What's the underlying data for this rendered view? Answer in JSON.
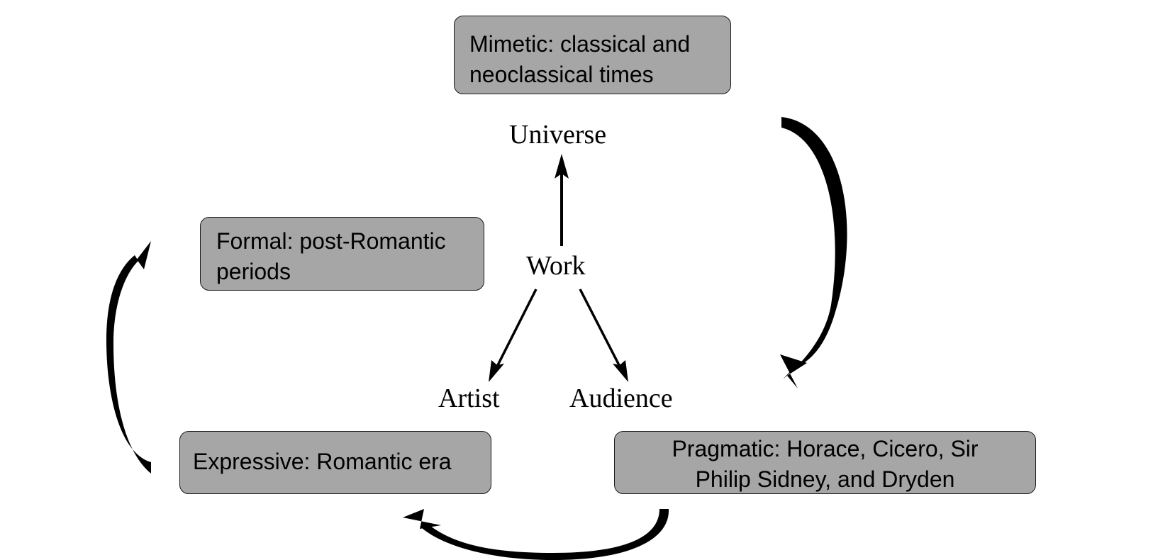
{
  "boxes": {
    "mimetic": {
      "line1": "Mimetic: classical and",
      "line2": "neoclassical times"
    },
    "formal": {
      "line1": "Formal: post-Romantic",
      "line2": "periods"
    },
    "expressive": {
      "line1": "Expressive: Romantic era"
    },
    "pragmatic": {
      "line1": "Pragmatic: Horace, Cicero, Sir",
      "line2": "Philip Sidney, and Dryden"
    }
  },
  "nodes": {
    "universe": "Universe",
    "work": "Work",
    "artist": "Artist",
    "audience": "Audience"
  },
  "colors": {
    "box_fill": "#a6a6a6",
    "box_border": "#1a1a1a",
    "arrow": "#000000",
    "background": "#ffffff"
  }
}
